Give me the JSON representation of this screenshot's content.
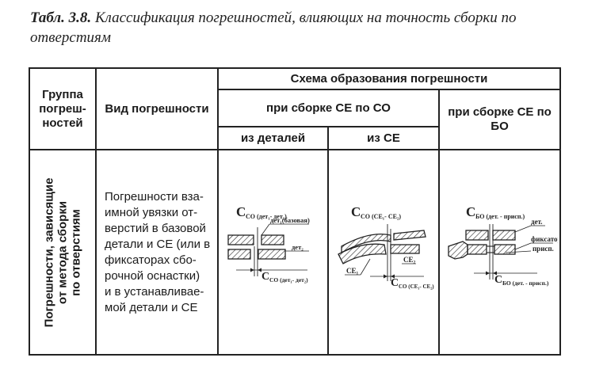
{
  "caption": {
    "number": "Табл. 3.8.",
    "title": "Классификация погрешностей, влияющих на точность сборки по отверстиям"
  },
  "table": {
    "col_group_header": "Группа погреш-ностей",
    "col_kind_header": "Вид погрешности",
    "scheme_header": "Схема образования погрешности",
    "se_co_header": "при сборке СЕ по СО",
    "se_bo_header": "при сборке СЕ по БО",
    "from_details_header": "из деталей",
    "from_se_header": "из СЕ",
    "row": {
      "group_lines": [
        "Погрешности, зависящие",
        "от метода сборки",
        "по отверстиям"
      ],
      "kind_lines": [
        "Погрешности вза-",
        "имной увязки от-",
        "верстий в базовой",
        "детали и СЕ (или в",
        "фиксаторах сбо-",
        "рочной оснастки)",
        "и в устанавливае-",
        "мой детали и СЕ"
      ],
      "scheme1": {
        "main_sym": "С",
        "main_sub": "СО (дет₁- дет₂)",
        "label_base": "дет₁(базовая)",
        "label_det": "дет₂",
        "bottom_sym": "С",
        "bottom_sub": "СО (дет₁- дет₂)"
      },
      "scheme2": {
        "main_sym": "С",
        "main_sub": "СО (СЕ₁- СЕ₂)",
        "label_se1": "СЕ₁",
        "label_se2": "СЕ₂",
        "bottom_sym": "С",
        "bottom_sub": "СО (СЕ₁- СЕ₂)"
      },
      "scheme3": {
        "main_sym": "С",
        "main_sub": "БО (дет. - присп.)",
        "label_det": "дет.",
        "label_fix1": "фиксатор",
        "label_fix2": "присп.",
        "bottom_sym": "С",
        "bottom_sub": "БО (дет. - присп.)"
      }
    }
  }
}
